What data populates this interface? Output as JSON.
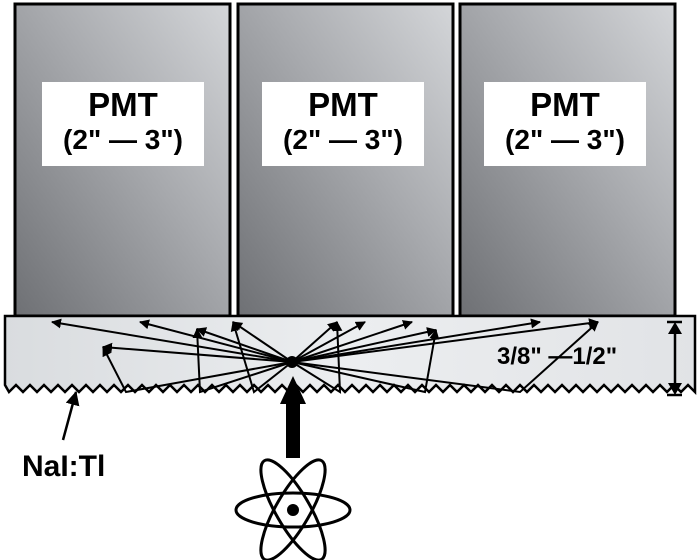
{
  "pmts": [
    {
      "title": "PMT",
      "size": "(2\" — 3\")"
    },
    {
      "title": "PMT",
      "size": "(2\" — 3\")"
    },
    {
      "title": "PMT",
      "size": "(2\" — 3\")"
    }
  ],
  "crystal": {
    "material_label": "NaI:Tl",
    "thickness_label": "3/8\" —1/2\""
  },
  "colors": {
    "pmt_dark": "#6e7074",
    "pmt_light": "#d4d6d9",
    "crystal": "#e6e8ea",
    "ink": "#000000"
  },
  "icons": {
    "source": "atom-icon",
    "scintillation": "scintillation-point"
  }
}
